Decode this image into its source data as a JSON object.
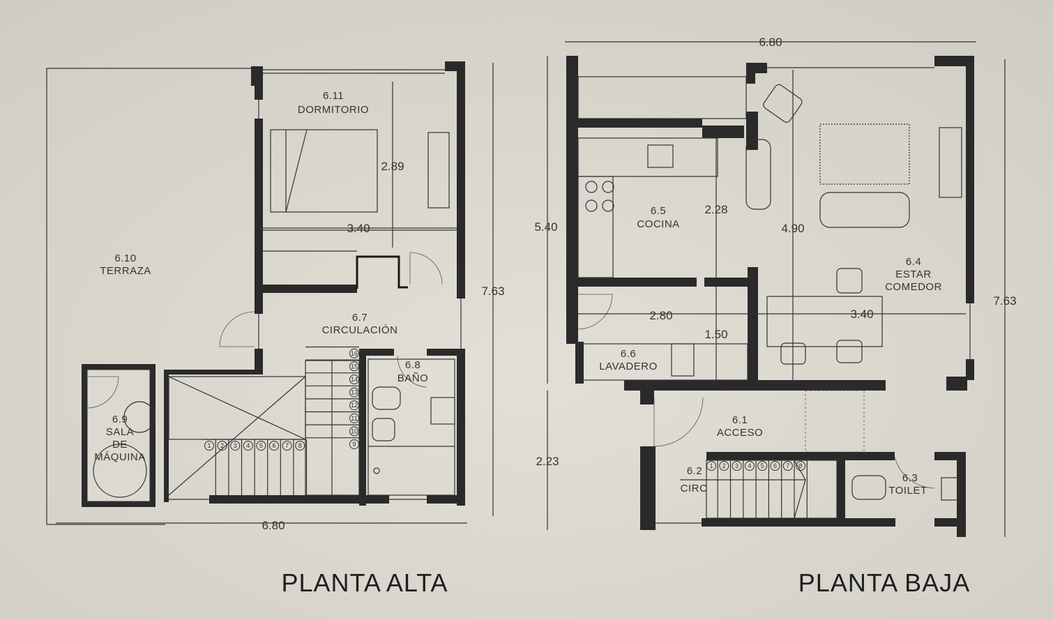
{
  "planta_alta": {
    "title": "PLANTA ALTA",
    "rooms": {
      "dormitorio": {
        "code": "6.11",
        "name": "DORMITORIO"
      },
      "terraza": {
        "code": "6.10",
        "name": "TERRAZA"
      },
      "circulacion": {
        "code": "6.7",
        "name": "CIRCULACIÓN"
      },
      "bano": {
        "code": "6.8",
        "name": "BAÑO"
      },
      "sala_maquina": {
        "code": "6.9",
        "name1": "SALA",
        "name2": "DE",
        "name3": "MÁQUINA"
      }
    },
    "dimensions": {
      "dorm_height": "2.89",
      "dorm_width": "3.40",
      "total_height": "7.63",
      "total_width": "6.80"
    },
    "stair_steps_horizontal": [
      "1",
      "2",
      "3",
      "4",
      "5",
      "6",
      "7",
      "8"
    ],
    "stair_steps_vertical": [
      "9",
      "10",
      "11",
      "12",
      "13",
      "14",
      "15",
      "16"
    ]
  },
  "planta_baja": {
    "title": "PLANTA BAJA",
    "rooms": {
      "cocina": {
        "code": "6.5",
        "name": "COCINA"
      },
      "estar": {
        "code": "6.4",
        "name1": "ESTAR",
        "name2": "COMEDOR"
      },
      "lavadero": {
        "code": "6.6",
        "name": "LAVADERO"
      },
      "acceso": {
        "code": "6.1",
        "name": "ACCESO"
      },
      "circ": {
        "code": "6.2",
        "name": "CIRC"
      },
      "toilet": {
        "code": "6.3",
        "name": "TOILET"
      }
    },
    "dimensions": {
      "top_width": "6.80",
      "left_height": "5.40",
      "cocina_height": "2.28",
      "estar_height": "4.90",
      "right_height": "7.63",
      "cocina_width": "2.80",
      "estar_width": "3.40",
      "lavadero_height": "1.50",
      "acceso_height": "2.23"
    },
    "stair_steps": [
      "1",
      "2",
      "3",
      "4",
      "5",
      "6",
      "7",
      "8"
    ]
  }
}
